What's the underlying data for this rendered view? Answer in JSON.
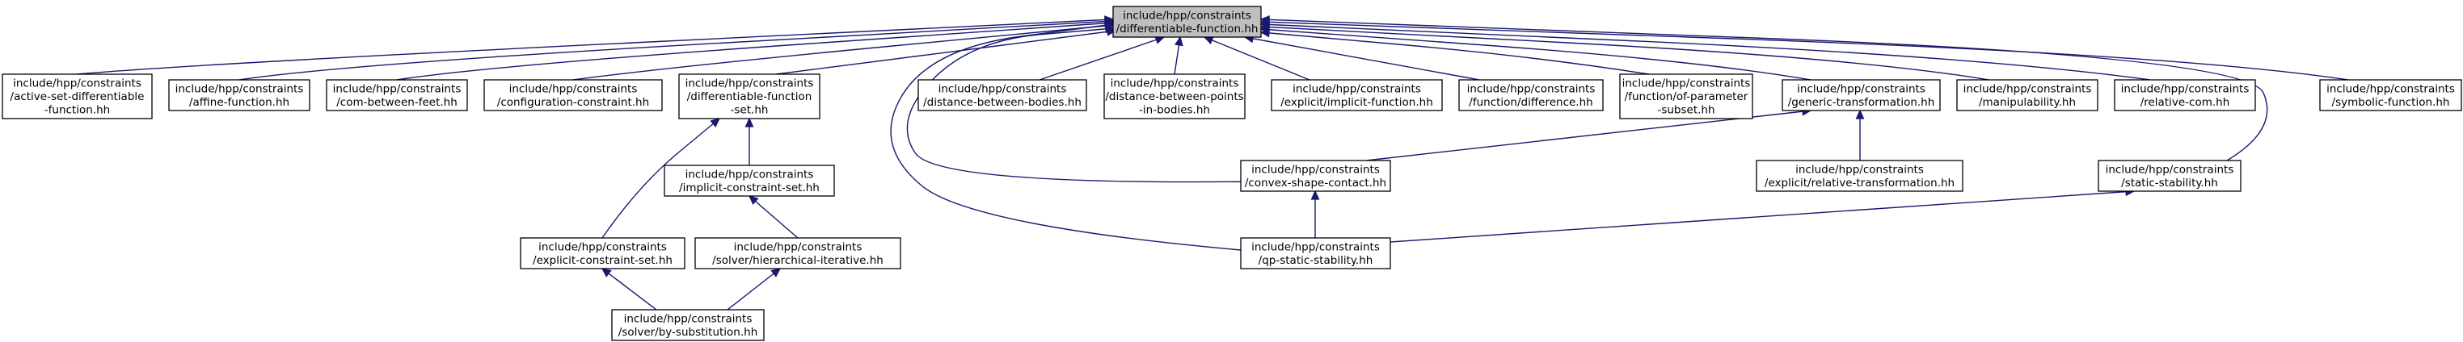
{
  "colors": {
    "edge": "#191970",
    "root_fill": "#bfbfbf",
    "node_border": "#000000",
    "background": "#ffffff"
  },
  "nodes": [
    {
      "id": "differentiable-function",
      "lines": [
        "include/hpp/constraints",
        "/differentiable-function.hh"
      ],
      "root": true
    },
    {
      "id": "active-set-differentiable-function",
      "lines": [
        "include/hpp/constraints",
        "/active-set-differentiable",
        "-function.hh"
      ]
    },
    {
      "id": "affine-function",
      "lines": [
        "include/hpp/constraints",
        "/affine-function.hh"
      ]
    },
    {
      "id": "com-between-feet",
      "lines": [
        "include/hpp/constraints",
        "/com-between-feet.hh"
      ]
    },
    {
      "id": "configuration-constraint",
      "lines": [
        "include/hpp/constraints",
        "/configuration-constraint.hh"
      ]
    },
    {
      "id": "differentiable-function-set",
      "lines": [
        "include/hpp/constraints",
        "/differentiable-function",
        "-set.hh"
      ]
    },
    {
      "id": "distance-between-bodies",
      "lines": [
        "include/hpp/constraints",
        "/distance-between-bodies.hh"
      ]
    },
    {
      "id": "distance-between-points-in-bodies",
      "lines": [
        "include/hpp/constraints",
        "/distance-between-points",
        "-in-bodies.hh"
      ]
    },
    {
      "id": "explicit-implicit-function",
      "lines": [
        "include/hpp/constraints",
        "/explicit/implicit-function.hh"
      ]
    },
    {
      "id": "function-difference",
      "lines": [
        "include/hpp/constraints",
        "/function/difference.hh"
      ]
    },
    {
      "id": "function-of-parameter-subset",
      "lines": [
        "include/hpp/constraints",
        "/function/of-parameter",
        "-subset.hh"
      ]
    },
    {
      "id": "generic-transformation",
      "lines": [
        "include/hpp/constraints",
        "/generic-transformation.hh"
      ]
    },
    {
      "id": "manipulability",
      "lines": [
        "include/hpp/constraints",
        "/manipulability.hh"
      ]
    },
    {
      "id": "relative-com",
      "lines": [
        "include/hpp/constraints",
        "/relative-com.hh"
      ]
    },
    {
      "id": "symbolic-function",
      "lines": [
        "include/hpp/constraints",
        "/symbolic-function.hh"
      ]
    },
    {
      "id": "implicit-constraint-set",
      "lines": [
        "include/hpp/constraints",
        "/implicit-constraint-set.hh"
      ]
    },
    {
      "id": "convex-shape-contact",
      "lines": [
        "include/hpp/constraints",
        "/convex-shape-contact.hh"
      ]
    },
    {
      "id": "explicit-relative-transformation",
      "lines": [
        "include/hpp/constraints",
        "/explicit/relative-transformation.hh"
      ]
    },
    {
      "id": "static-stability",
      "lines": [
        "include/hpp/constraints",
        "/static-stability.hh"
      ]
    },
    {
      "id": "explicit-constraint-set",
      "lines": [
        "include/hpp/constraints",
        "/explicit-constraint-set.hh"
      ]
    },
    {
      "id": "solver-hierarchical-iterative",
      "lines": [
        "include/hpp/constraints",
        "/solver/hierarchical-iterative.hh"
      ]
    },
    {
      "id": "qp-static-stability",
      "lines": [
        "include/hpp/constraints",
        "/qp-static-stability.hh"
      ]
    },
    {
      "id": "solver-by-substitution",
      "lines": [
        "include/hpp/constraints",
        "/solver/by-substitution.hh"
      ]
    }
  ],
  "edges": [
    {
      "from": "active-set-differentiable-function",
      "to": "differentiable-function"
    },
    {
      "from": "affine-function",
      "to": "differentiable-function"
    },
    {
      "from": "com-between-feet",
      "to": "differentiable-function"
    },
    {
      "from": "configuration-constraint",
      "to": "differentiable-function"
    },
    {
      "from": "differentiable-function-set",
      "to": "differentiable-function"
    },
    {
      "from": "distance-between-bodies",
      "to": "differentiable-function"
    },
    {
      "from": "distance-between-points-in-bodies",
      "to": "differentiable-function"
    },
    {
      "from": "explicit-implicit-function",
      "to": "differentiable-function"
    },
    {
      "from": "function-difference",
      "to": "differentiable-function"
    },
    {
      "from": "function-of-parameter-subset",
      "to": "differentiable-function"
    },
    {
      "from": "generic-transformation",
      "to": "differentiable-function"
    },
    {
      "from": "manipulability",
      "to": "differentiable-function"
    },
    {
      "from": "relative-com",
      "to": "differentiable-function"
    },
    {
      "from": "symbolic-function",
      "to": "differentiable-function"
    },
    {
      "from": "convex-shape-contact",
      "to": "differentiable-function"
    },
    {
      "from": "static-stability",
      "to": "differentiable-function"
    },
    {
      "from": "qp-static-stability",
      "to": "differentiable-function"
    },
    {
      "from": "implicit-constraint-set",
      "to": "differentiable-function-set"
    },
    {
      "from": "explicit-constraint-set",
      "to": "differentiable-function-set"
    },
    {
      "from": "convex-shape-contact",
      "to": "generic-transformation"
    },
    {
      "from": "explicit-relative-transformation",
      "to": "generic-transformation"
    },
    {
      "from": "solver-hierarchical-iterative",
      "to": "implicit-constraint-set"
    },
    {
      "from": "qp-static-stability",
      "to": "convex-shape-contact"
    },
    {
      "from": "qp-static-stability",
      "to": "static-stability"
    },
    {
      "from": "solver-by-substitution",
      "to": "explicit-constraint-set"
    },
    {
      "from": "solver-by-substitution",
      "to": "solver-hierarchical-iterative"
    }
  ]
}
